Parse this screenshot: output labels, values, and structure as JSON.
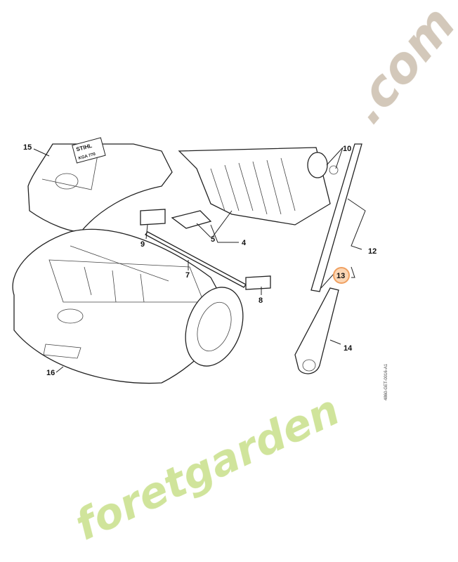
{
  "diagram": {
    "part_labels": [
      "4",
      "5",
      "7",
      "8",
      "9",
      "10",
      "12",
      "13",
      "14",
      "15",
      "16"
    ],
    "highlighted_label": "13",
    "highlight_color": "#f0a060",
    "highlight_fill": "#fbd6b4",
    "brand_decal": {
      "brand": "STIHL",
      "model": "KGA 770"
    },
    "drawing_code": "4860-GET-0016-A1"
  },
  "watermark": {
    "text_green": "foretgarden",
    "text_grey": ".com",
    "green": "#c8e08a",
    "grey": "#cbbfae"
  }
}
